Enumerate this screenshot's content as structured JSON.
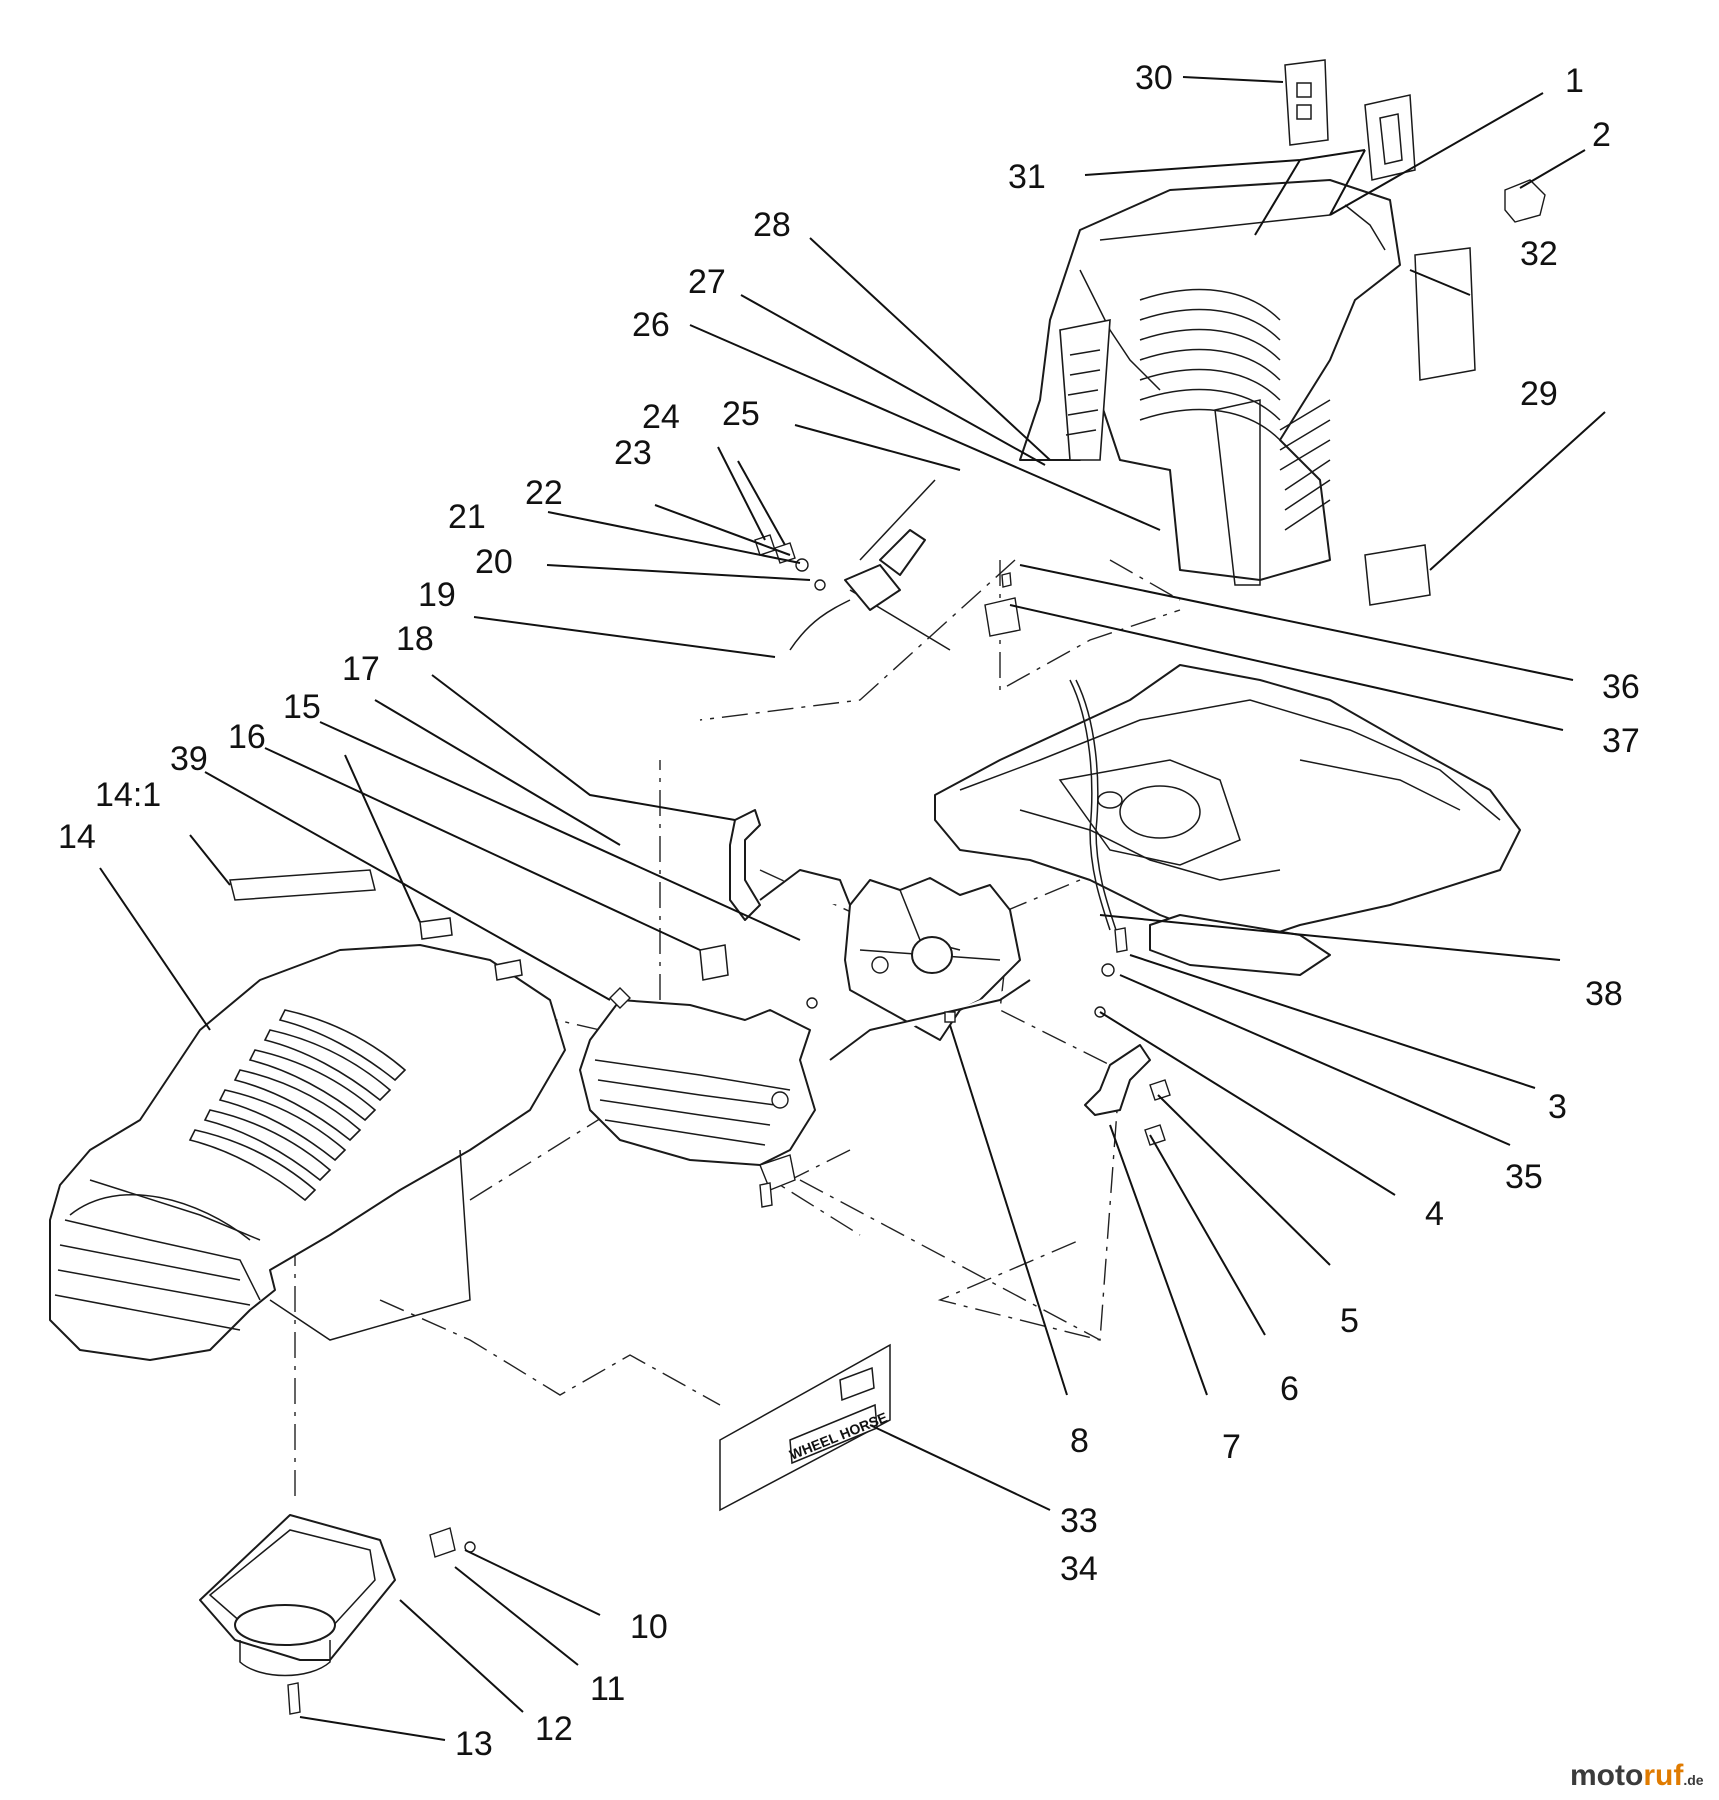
{
  "callouts": {
    "c1": "1",
    "c2": "2",
    "c3": "3",
    "c4": "4",
    "c5": "5",
    "c6": "6",
    "c7": "7",
    "c8": "8",
    "c10": "10",
    "c11": "11",
    "c12": "12",
    "c13": "13",
    "c14": "14",
    "c14_1": "14:1",
    "c15": "15",
    "c16": "16",
    "c17": "17",
    "c18": "18",
    "c19": "19",
    "c20": "20",
    "c21": "21",
    "c22": "22",
    "c23": "23",
    "c24": "24",
    "c25": "25",
    "c26": "26",
    "c27": "27",
    "c28": "28",
    "c29": "29",
    "c30": "30",
    "c31": "31",
    "c32": "32",
    "c33": "33",
    "c34": "34",
    "c35": "35",
    "c36": "36",
    "c37": "37",
    "c38": "38",
    "c39": "39"
  },
  "decals": {
    "hood_side_brand": "WHEEL HORSE"
  },
  "watermark": {
    "part1": "moto",
    "part2": "ruf",
    "suffix": ".de"
  },
  "colors": {
    "watermark_dark": "#3b3b3b",
    "watermark_accent": "#e07b00"
  }
}
